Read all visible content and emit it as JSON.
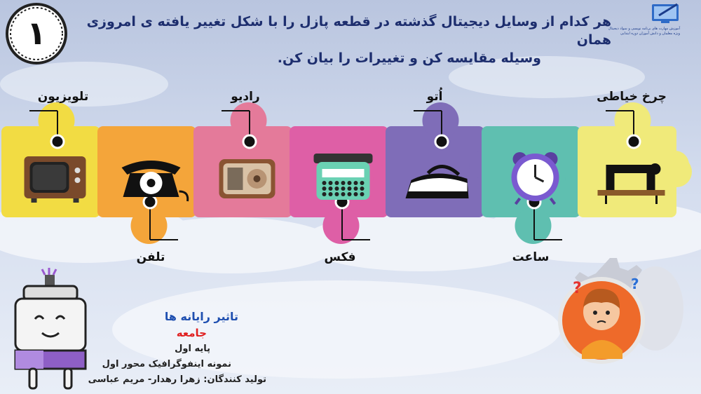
{
  "header": {
    "number": "۱",
    "question_line1": "هر کدام از وسایل دیجیتال گذشته در قطعه پازل را با شکل تغییر یافته ی امروزی همان",
    "question_line2": "وسیله  مقایسه کن و تغییرات را بیان کن.",
    "logo_line1": "آموزش مهارت های برنامه نویسی و سواد دیجیتال",
    "logo_line2": "ویژه معلمان و دانش آموزان دوره ابتدایی"
  },
  "puzzle": {
    "piece_colors": [
      "#f2dc43",
      "#f4a53a",
      "#e47a9a",
      "#de5fa6",
      "#7f6db8",
      "#5fbfb0",
      "#f0ea7a"
    ],
    "items": [
      {
        "label": "تلویزیون",
        "icon": "television-icon"
      },
      {
        "label": "تلفن",
        "icon": "rotary-phone-icon"
      },
      {
        "label": "رادیو",
        "icon": "radio-icon"
      },
      {
        "label": "فکس",
        "icon": "typewriter-icon"
      },
      {
        "label": "اُتو",
        "icon": "iron-icon"
      },
      {
        "label": "ساعت",
        "icon": "alarm-clock-icon"
      },
      {
        "label": "چرخ خیاطی",
        "icon": "sewing-machine-icon"
      }
    ]
  },
  "footer": {
    "title": "تاثیر رایانه ها",
    "subtitle": "جامعه",
    "grade": "پایه اول",
    "description": "نمونه اینفوگرافیک محور اول",
    "producers": "تولید کنندگان: زهرا رهدار- مریم عباسی"
  },
  "colors": {
    "question_text": "#1d2e6e",
    "title_text": "#1f4fb0",
    "subtitle_text": "#e02020"
  }
}
